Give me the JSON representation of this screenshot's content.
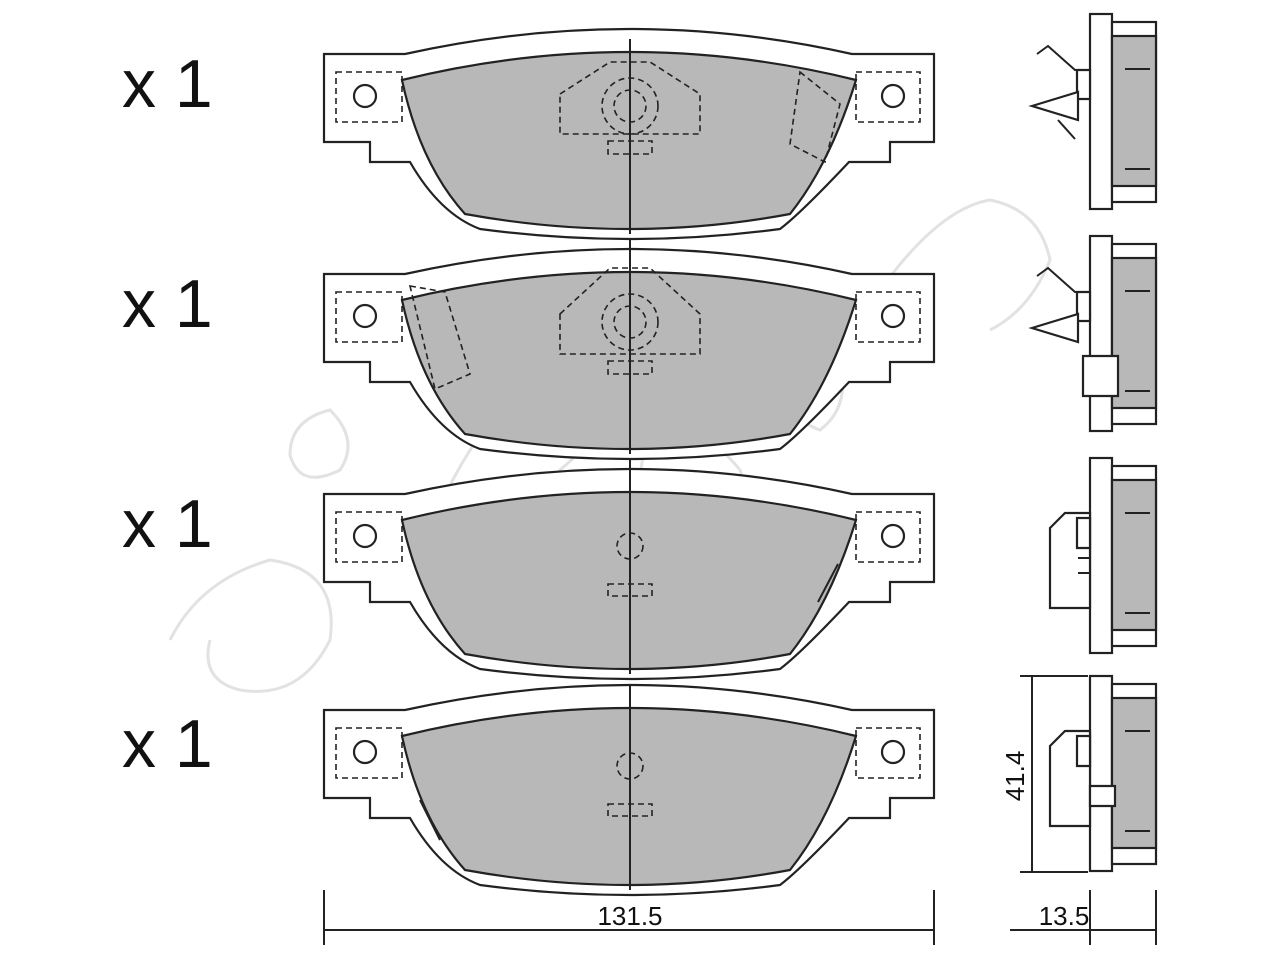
{
  "quantities": [
    {
      "label": "x 1"
    },
    {
      "label": "x 1"
    },
    {
      "label": "x 1"
    },
    {
      "label": "x 1"
    }
  ],
  "dimensions": {
    "width": "131.5",
    "height": "41.4",
    "thickness": "13.5"
  },
  "colors": {
    "friction_fill": "#b8b8b8",
    "line": "#222222",
    "backplate": "#ffffff",
    "watermark": "#e2e2e2"
  }
}
